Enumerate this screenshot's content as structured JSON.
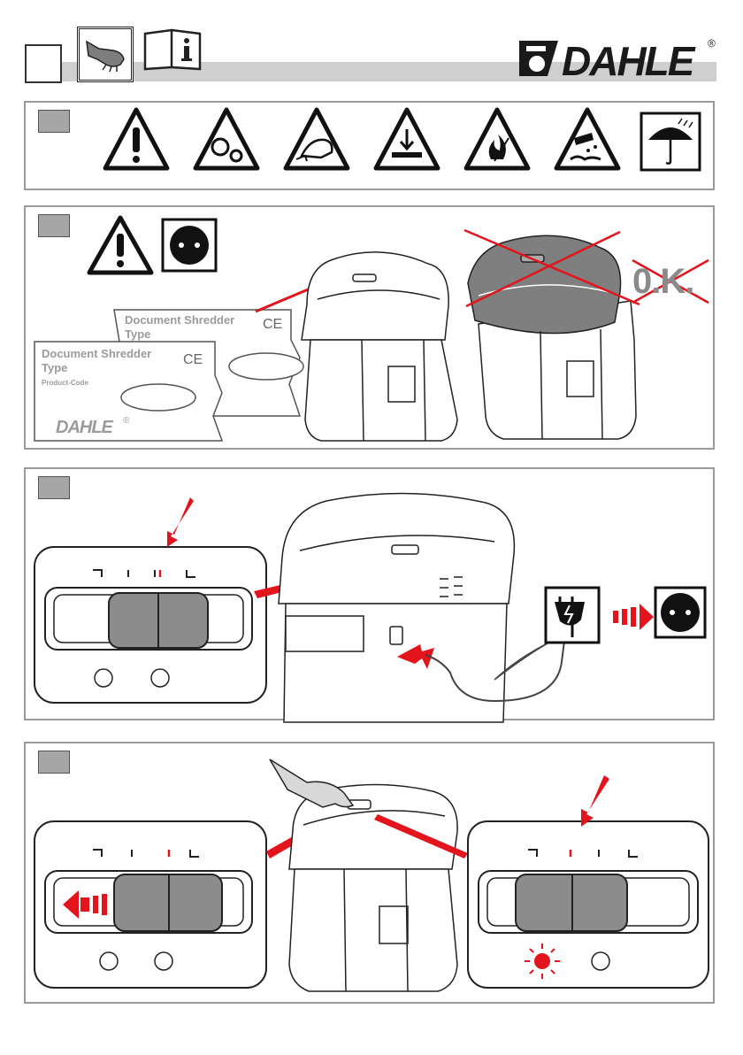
{
  "brand": {
    "name": "DAHLE",
    "registered": "®"
  },
  "labels": {
    "front": {
      "line1": "Document Shredder",
      "line2": "Type",
      "line3": "Product-Code",
      "brand": "DAHLE",
      "reg": "®"
    },
    "back": {
      "line1": "Document Shredder",
      "line2": "Type"
    }
  },
  "warning_icons": [
    "general-warning-icon",
    "gear-entanglement-icon",
    "hand-crush-icon",
    "falling-object-icon",
    "fire-hazard-icon",
    "corrosive-hazard-icon",
    "keep-dry-umbrella-icon"
  ],
  "ok_text": "0.K.",
  "colors": {
    "accent_red": "#e3141b",
    "panel_border": "#9a9a9a",
    "step_gray": "#a6a6a6",
    "slider_gray": "#8c8c8c"
  }
}
